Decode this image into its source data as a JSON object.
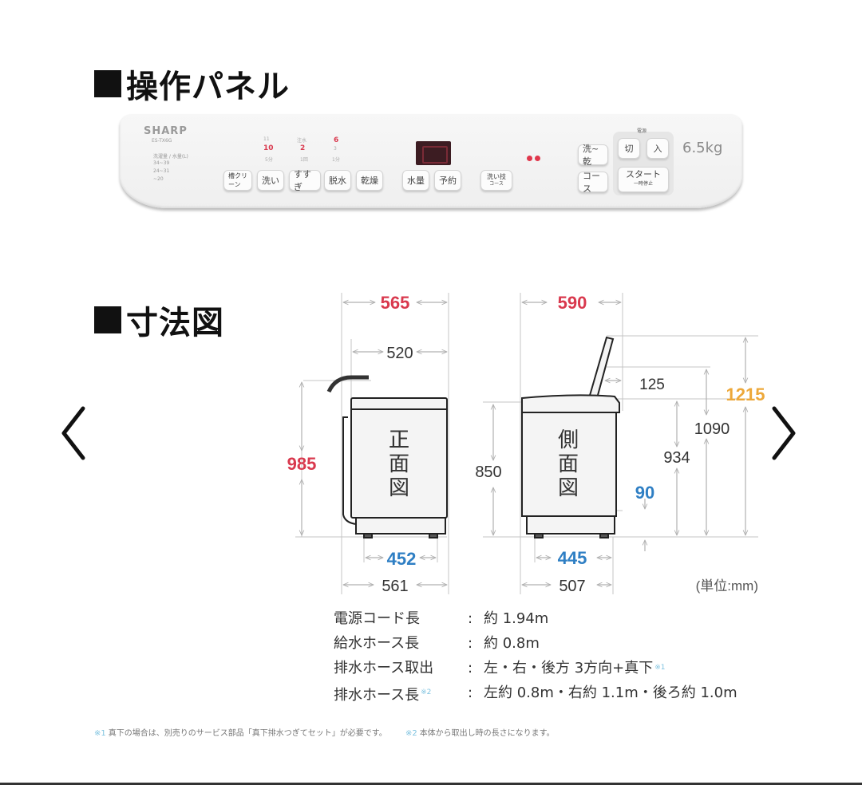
{
  "sections": {
    "control_panel_title": "操作パネル",
    "dimensions_title": "寸法図"
  },
  "panel": {
    "brand": "SHARP",
    "model": "ES-TX6G",
    "legend_header": "洗濯量 / 水量(L)",
    "legend_rows": [
      "34~39",
      "24~31",
      "~20"
    ],
    "capacity": "6.5kg",
    "power_label": "電源",
    "buttons": {
      "tub_clean": "槽クリーン",
      "wash": "洗い",
      "rinse": "すすぎ",
      "spin": "脱水",
      "dry": "乾燥",
      "water_level": "水量",
      "timer": "予約",
      "wash_course": "洗い技",
      "wash_course_sub": "コース",
      "wash_dry": "洗~乾",
      "course": "コース",
      "power_off": "切",
      "power_on": "入",
      "start": "スタート",
      "start_sub": "一時停止"
    },
    "indicators": {
      "wash_values": [
        "11",
        "10",
        "5分"
      ],
      "rinse_values": [
        "注水",
        "2",
        "1回"
      ],
      "spin_values": [
        "6",
        "3",
        "1分"
      ],
      "highlight_wash": "10",
      "highlight_rinse": "2",
      "highlight_spin": "6"
    }
  },
  "diagram": {
    "front_label": "正面図",
    "side_label": "側面図",
    "front": {
      "total_width": "565",
      "body_width": "520",
      "height": "985",
      "foot_span": "452",
      "base_width": "561"
    },
    "side": {
      "total_depth": "590",
      "lid_offset": "125",
      "height_lid_open": "1215",
      "height_to_hinge": "1090",
      "height_top": "934",
      "height_body": "850",
      "base_clearance": "90",
      "foot_span": "445",
      "base_depth": "507"
    },
    "unit": "(単位:mm)",
    "colors": {
      "red": "#d9394e",
      "blue": "#2f7fc4",
      "orange": "#eda83a",
      "dim_line": "#b8b8b8"
    }
  },
  "specs": [
    {
      "label": "電源コード長",
      "value": "約 1.94m",
      "note": ""
    },
    {
      "label": "給水ホース長",
      "value": "約 0.8m",
      "note": ""
    },
    {
      "label": "排水ホース取出",
      "value": "左・右・後方 3方向+真下",
      "note": "※1"
    },
    {
      "label": "排水ホース長",
      "value": "左約 0.8m・右約 1.1m・後ろ約 1.0m",
      "note": "※2"
    }
  ],
  "footnotes": [
    {
      "mark": "※1",
      "text": "真下の場合は、別売りのサービス部品「真下排水つぎてセット」が必要です。"
    },
    {
      "mark": "※2",
      "text": "本体から取出し時の長さになります。"
    }
  ],
  "navigation": {
    "prev_icon": "chevron-left-icon",
    "next_icon": "chevron-right-icon"
  }
}
